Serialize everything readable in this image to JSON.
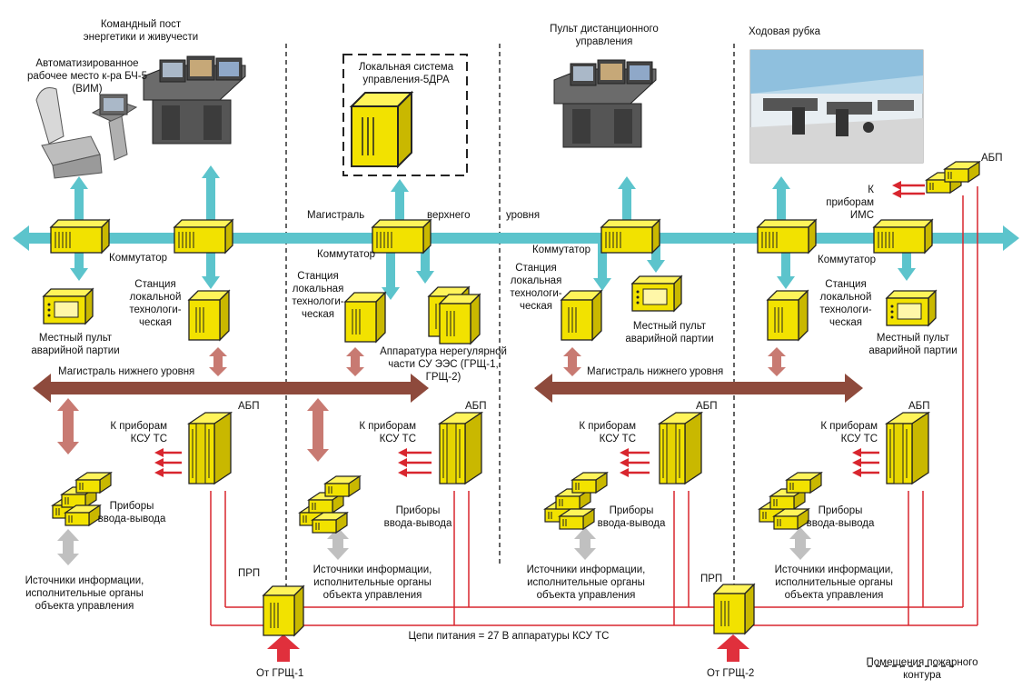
{
  "labels": {
    "command_post": "Командный пост\nэнергетики и живучести",
    "workstation": "Автоматизированное\nрабочее место к-ра БЧ-5\n(ВИМ)",
    "local_control": "Локальная система\nуправления-5ДРА",
    "remote_panel": "Пульт дистанционного\nуправления",
    "wheelhouse": "Ходовая рубка",
    "abp_top": "АБП",
    "to_ims": "К приборам\nИМС",
    "upper_backbone_1": "Магистраль",
    "upper_backbone_2": "верхнего",
    "upper_backbone_3": "уровня",
    "switch_1": "Коммутатор",
    "switch_2": "Коммутатор",
    "switch_3": "Коммутатор",
    "switch_4": "Коммутатор",
    "station_1": "Станция\nлокальной\nтехнологи-\nческая",
    "station_2": "Станция\nлокальная\nтехнологи-\nческая",
    "station_3": "Станция\nлокальная\nтехнологи-\nческая",
    "station_4": "Станция\nлокальной\nтехнологи-\nческая",
    "emergency_panel_1": "Местный пульт\nаварийной партии",
    "emergency_panel_2": "Местный пульт\nаварийной партии",
    "emergency_panel_3": "Местный пульт\nаварийной партии",
    "irregular_equipment": "Аппаратура нерегулярной\nчасти СУ ЭЭС (ГРЩ-1, ГРЩ-2)",
    "lower_backbone_1": "Магистраль нижнего уровня",
    "lower_backbone_2": "Магистраль нижнего уровня",
    "abp_1": "АБП",
    "abp_2": "АБП",
    "abp_3": "АБП",
    "abp_4": "АБП",
    "ksu_1": "К приборам\nКСУ ТС",
    "ksu_2": "К приборам\nКСУ ТС",
    "ksu_3": "К приборам\nКСУ ТС",
    "ksu_4": "К приборам\nКСУ ТС",
    "io_1": "Приборы\nввода-вывода",
    "io_2": "Приборы\nввода-вывода",
    "io_3": "Приборы\nввода-вывода",
    "io_4": "Приборы\nввода-вывода",
    "sources_1": "Источники информации,\nисполнительные органы\nобъекта управления",
    "sources_2": "Источники информации,\nисполнительные органы\nобъекта управления",
    "sources_3": "Источники информации,\nисполнительные органы\nобъекта управления",
    "sources_4": "Источники информации,\nисполнительные органы\nобъекта управления",
    "prp_1": "ПРП",
    "prp_2": "ПРП",
    "power_circuits": "Цепи питания = 27 В аппаратуры КСУ ТС",
    "from_grsh1": "От ГРЩ-1",
    "from_grsh2": "От ГРЩ-2",
    "legend_fire": "Помещения пожарного\nконтура"
  },
  "colors": {
    "upper_bus": "#5cc4cc",
    "lower_bus": "#8e4a3c",
    "link": "#c87a72",
    "io_link": "#c0c0c0",
    "power": "#d8262e",
    "device": "#f2e200",
    "dark": "#222222"
  }
}
